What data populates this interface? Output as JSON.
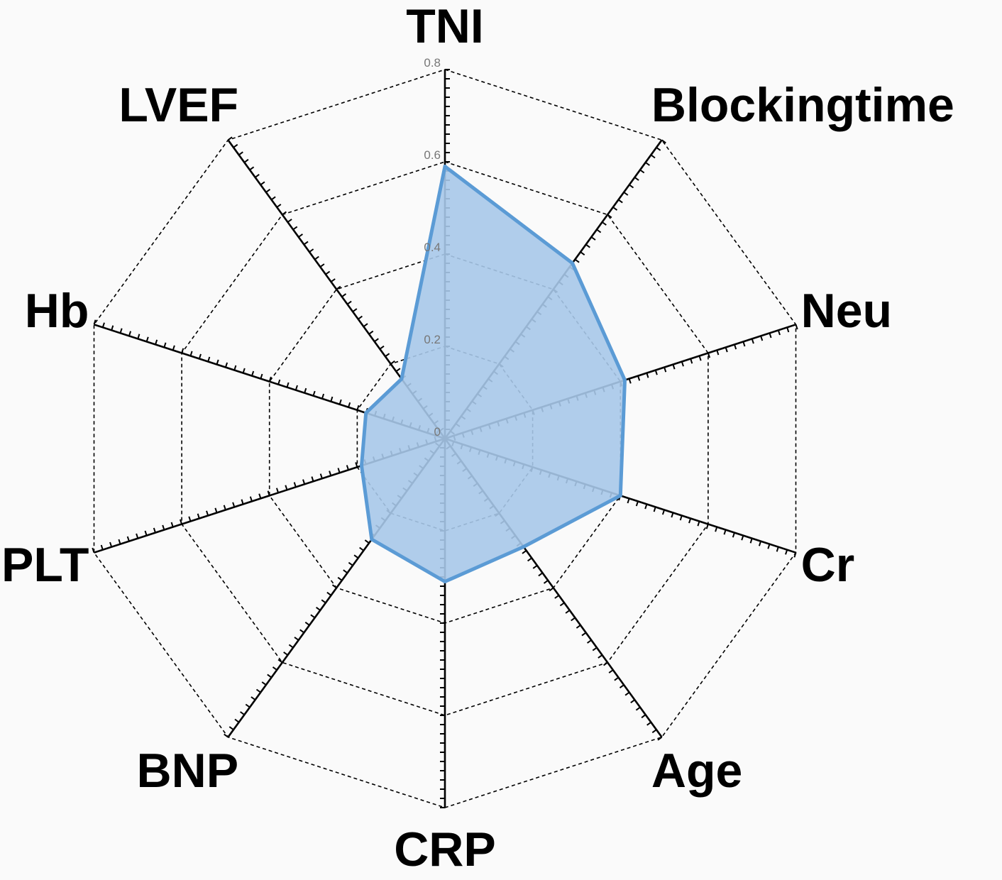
{
  "chart_data": {
    "type": "radar",
    "axes": [
      "TNI",
      "Blockingtime",
      "Neu",
      "Cr",
      "Age",
      "CRP",
      "BNP",
      "PLT",
      "Hb",
      "LVEF"
    ],
    "series": [
      {
        "values": [
          0.59,
          0.47,
          0.41,
          0.4,
          0.29,
          0.31,
          0.27,
          0.19,
          0.18,
          0.16
        ]
      }
    ],
    "rlim": [
      0,
      0.8
    ],
    "rticks": [
      "0",
      "0.2",
      "0.4",
      "0.6",
      "0.8"
    ],
    "grid": true,
    "colors": {
      "fill": "#a7c8e9",
      "stroke": "#5b9bd5"
    }
  }
}
